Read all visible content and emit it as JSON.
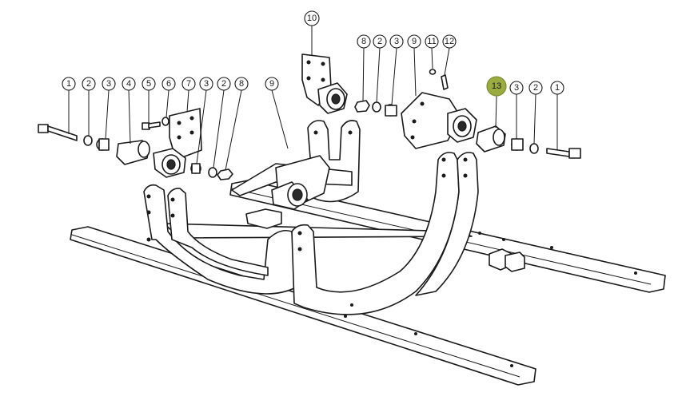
{
  "callouts": [
    {
      "id": "c1a",
      "label": "1",
      "highlight": false
    },
    {
      "id": "c2a",
      "label": "2",
      "highlight": false
    },
    {
      "id": "c3a",
      "label": "3",
      "highlight": false
    },
    {
      "id": "c4",
      "label": "4",
      "highlight": false
    },
    {
      "id": "c5",
      "label": "5",
      "highlight": false
    },
    {
      "id": "c6",
      "label": "6",
      "highlight": false
    },
    {
      "id": "c7",
      "label": "7",
      "highlight": false
    },
    {
      "id": "c3b",
      "label": "3",
      "highlight": false
    },
    {
      "id": "c2b",
      "label": "2",
      "highlight": false
    },
    {
      "id": "c8a",
      "label": "8",
      "highlight": false
    },
    {
      "id": "c9a",
      "label": "9",
      "highlight": false
    },
    {
      "id": "c10",
      "label": "10",
      "highlight": false
    },
    {
      "id": "c8b",
      "label": "8",
      "highlight": false
    },
    {
      "id": "c2c",
      "label": "2",
      "highlight": false
    },
    {
      "id": "c3c",
      "label": "3",
      "highlight": false
    },
    {
      "id": "c9b",
      "label": "9",
      "highlight": false
    },
    {
      "id": "c11",
      "label": "11",
      "highlight": false
    },
    {
      "id": "c12",
      "label": "12",
      "highlight": false
    },
    {
      "id": "c13",
      "label": "13",
      "highlight": true
    },
    {
      "id": "c3d",
      "label": "3",
      "highlight": false
    },
    {
      "id": "c2d",
      "label": "2",
      "highlight": false
    },
    {
      "id": "c1b",
      "label": "1",
      "highlight": false
    }
  ],
  "colors": {
    "highlight": "#9aab3f",
    "line": "#1a1a1a",
    "background": "#ffffff"
  }
}
